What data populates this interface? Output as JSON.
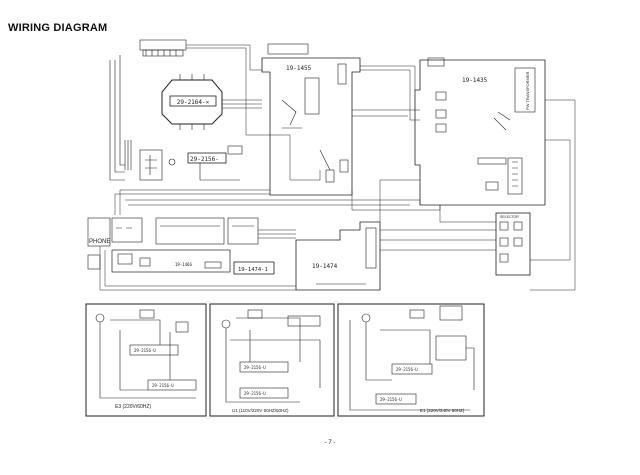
{
  "title": "WIRING DIAGRAM",
  "page_number": "- 7 -",
  "modules": {
    "m2164": "29-2164-✕",
    "m2156": "29-2156-",
    "b1455": "19-1455",
    "b1435": "19-1435",
    "b1474": "19-1474",
    "b1474_1": "19-1474-1",
    "b1466": "19-1466",
    "phone": "PHONE",
    "power_transformer": "PW TRANSFORMER",
    "selector": "SELECTOR",
    "bottom_left_chip_a": "29-2156-U",
    "bottom_left_chip_b": "29-2156-U",
    "bottom_mid_chip_a": "29-2156-U",
    "bottom_mid_chip_b": "29-2156-U",
    "bottom_right_chip_a": "29-2156-U",
    "bottom_right_chip_b": "29-2156-U"
  },
  "panels": {
    "left_caption": "E3 (220V/60HZ)",
    "mid_caption": "U1 (110V/220V 60HZ/50HZ)",
    "right_caption": "E1 (220V/240V 50HZ)"
  }
}
